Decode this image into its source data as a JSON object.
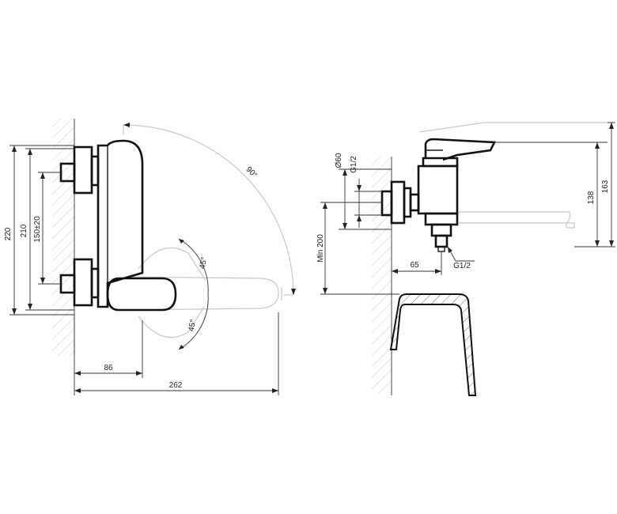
{
  "front_view": {
    "dim_overall_height": "220",
    "dim_height": "210",
    "dim_centers": "150±20",
    "dim_wall_to_axis": "86",
    "dim_total_depth": "262",
    "angle_lever_arc": "90°",
    "angle_lever_up": "45°",
    "angle_lever_down": "45°"
  },
  "side_view": {
    "dim_diameter": "Ø60",
    "dim_thread_top": "G1/2",
    "dim_min_height": "Min 200",
    "dim_projection": "65",
    "dim_thread_bottom": "G1/2",
    "dim_height_138": "138",
    "dim_height_163": "163"
  }
}
